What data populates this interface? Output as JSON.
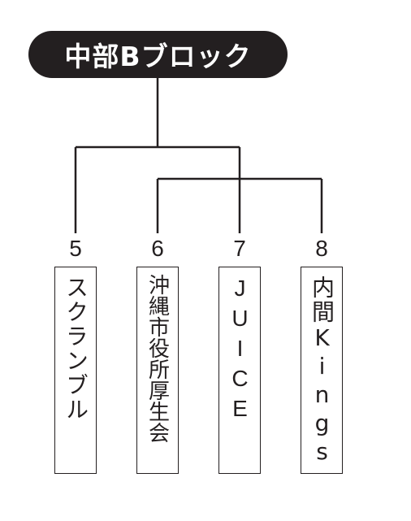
{
  "title": "中部Bブロック",
  "teams": [
    {
      "seed": "5",
      "name": "スクランブル"
    },
    {
      "seed": "6",
      "name": "沖縄市役所厚生会"
    },
    {
      "seed": "7",
      "name": "JUICE"
    },
    {
      "seed": "8",
      "name": "内間Kings"
    }
  ],
  "colors": {
    "line": "#231f20",
    "pill": "#231f20",
    "pill_text": "#ffffff"
  }
}
